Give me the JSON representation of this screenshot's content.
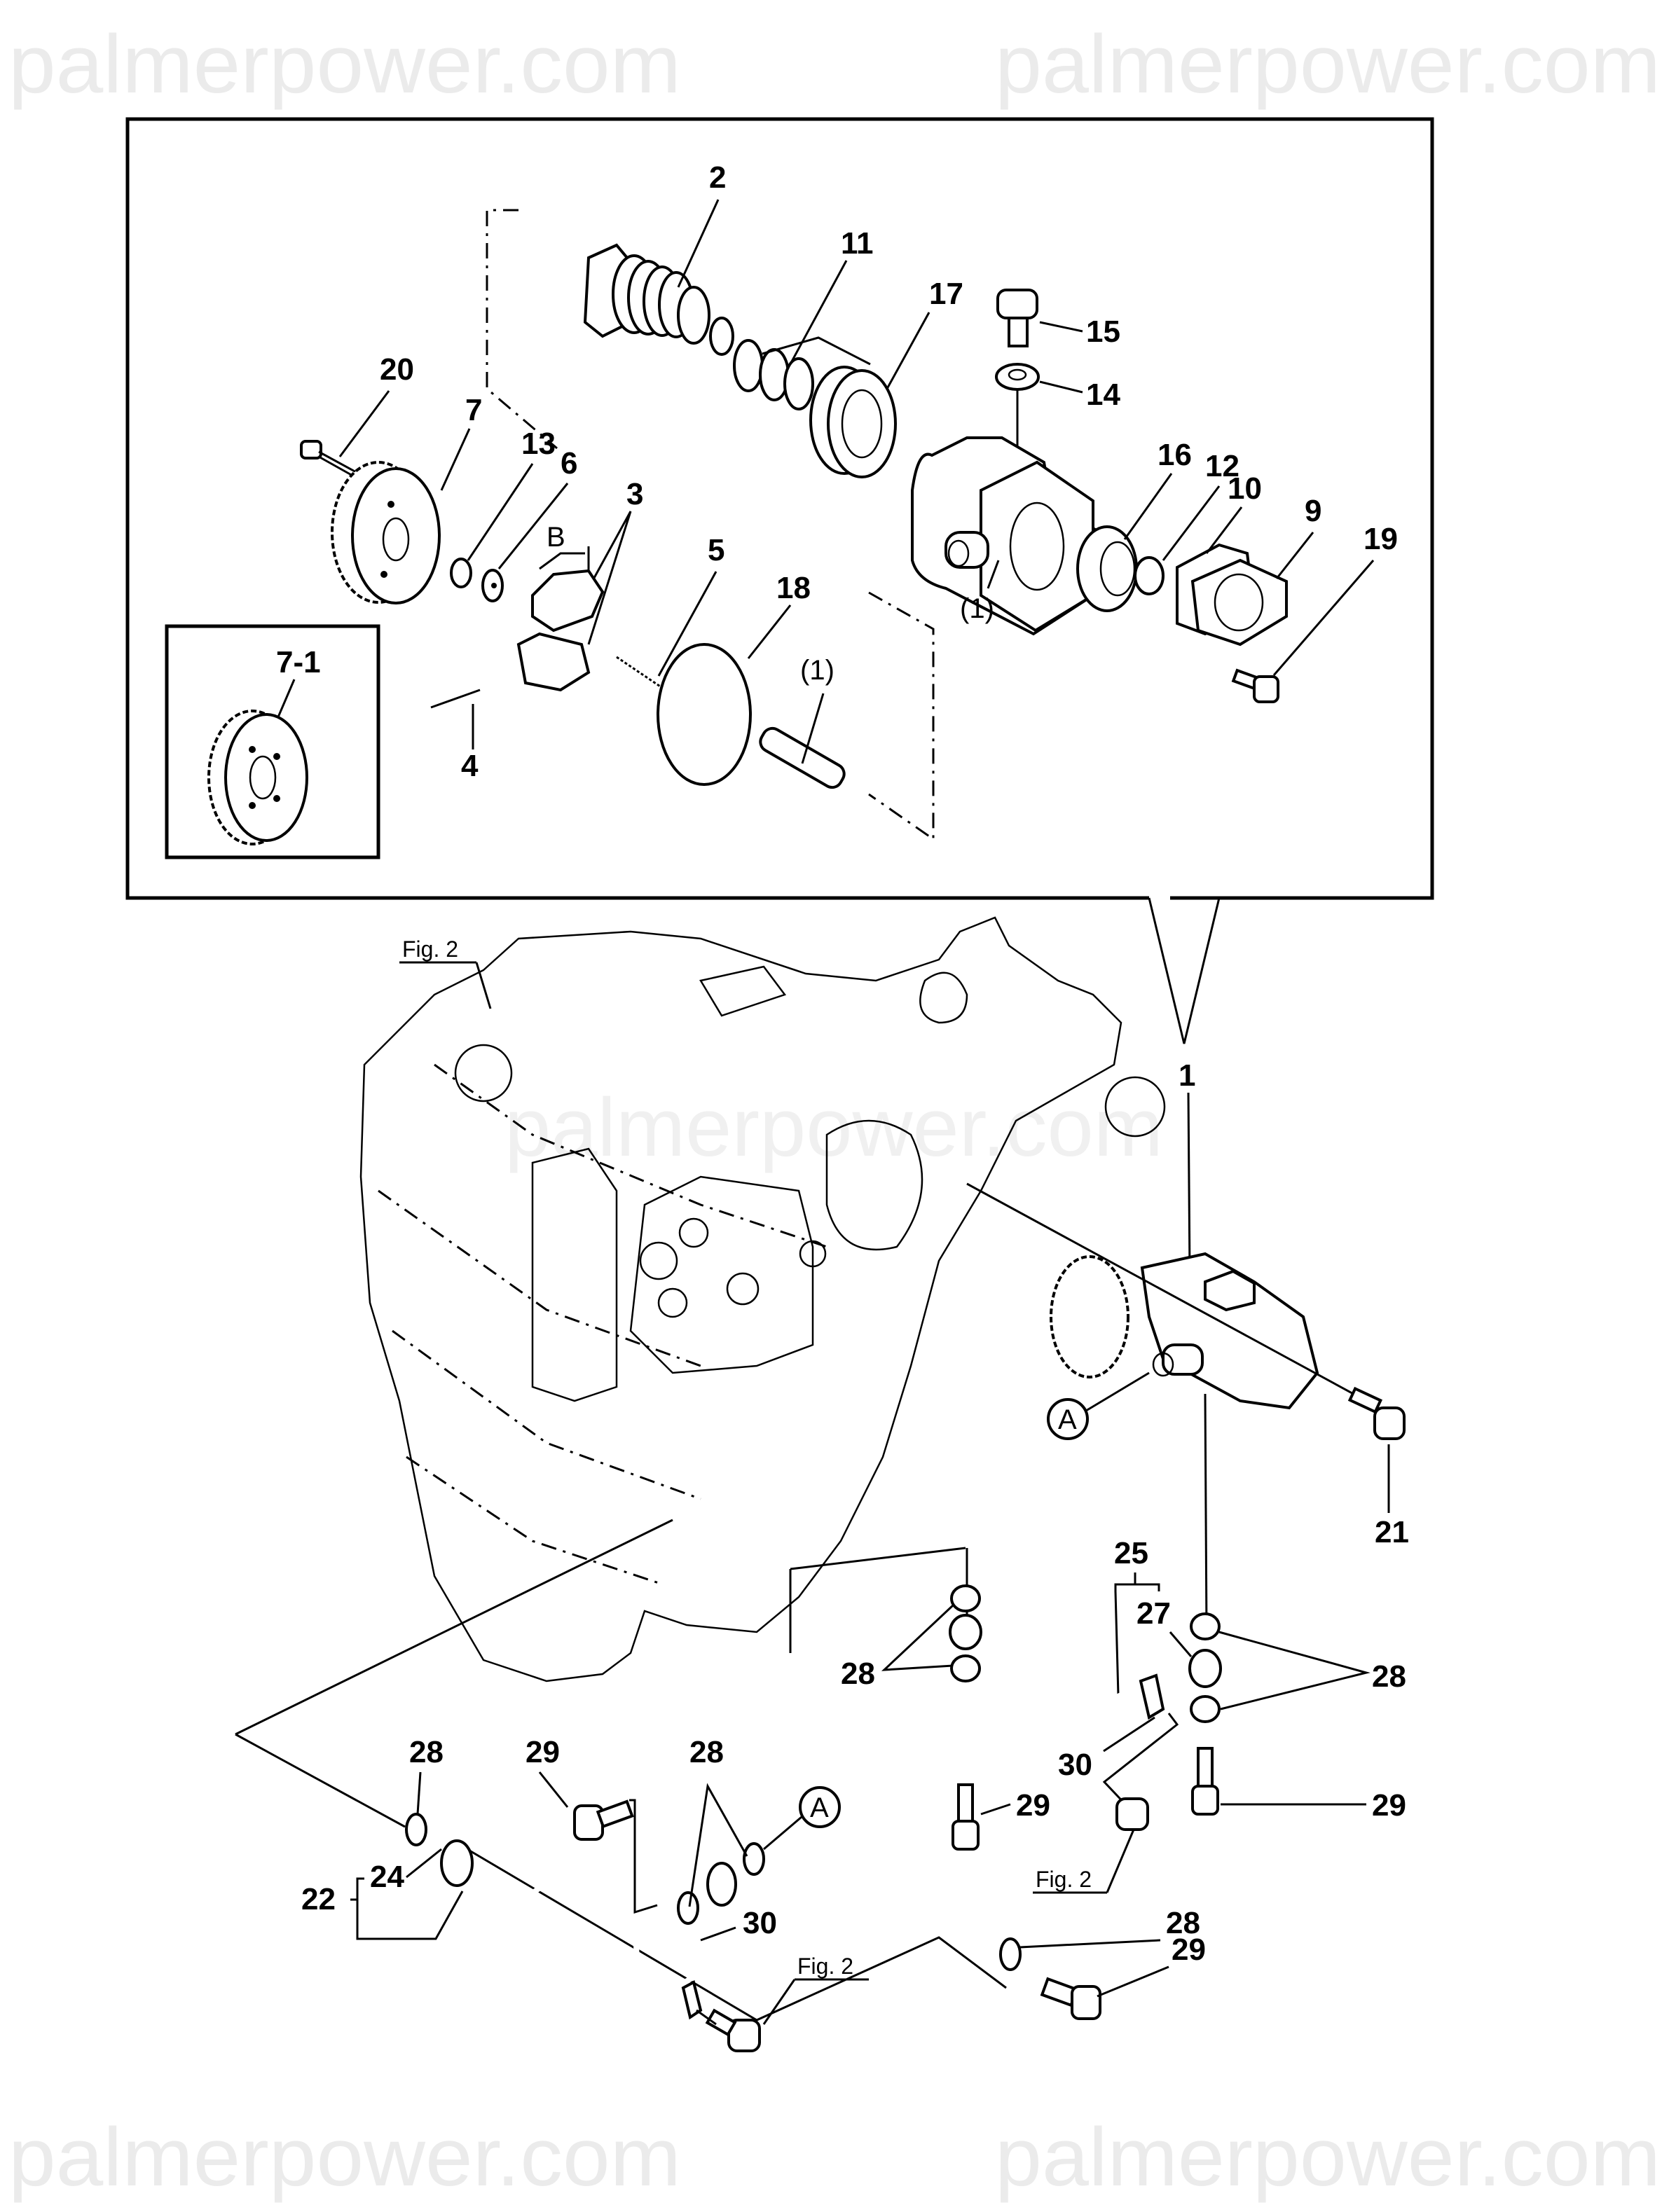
{
  "watermark": {
    "text": "palmerpower.com",
    "color": "#ebebeb"
  },
  "diagram": {
    "title": "Fuel feed pump exploded parts diagram",
    "detail_box": {
      "inset_label": "7-1",
      "callouts": {
        "c2": "2",
        "c11": "11",
        "c17": "17",
        "c15": "15",
        "c14": "14",
        "c20": "20",
        "c7": "7",
        "c13": "13",
        "c6": "6",
        "c3": "3",
        "c5": "5",
        "c18": "18",
        "c16": "16",
        "c12": "12",
        "c10": "10",
        "c9": "9",
        "c19": "19",
        "c4": "4",
        "c1_body": "(1)",
        "c1_shaft": "(1)",
        "view_b": "B"
      }
    },
    "main": {
      "callouts": {
        "c1": "1",
        "c21": "21",
        "c25": "25",
        "c27": "27",
        "c28_a": "28",
        "c28_b": "28",
        "c30_a": "30",
        "c29_a": "29",
        "c29_b": "29",
        "c28_c": "28",
        "c29_c": "29",
        "c28_d": "28",
        "c22": "22",
        "c24": "24",
        "c30_b": "30",
        "c28_e": "28",
        "c29_d": "29",
        "ref_a1": "A",
        "ref_a2": "A"
      },
      "fig_refs": {
        "top": "Fig. 2",
        "mid": "Fig. 2",
        "bottom": "Fig. 2"
      }
    }
  }
}
